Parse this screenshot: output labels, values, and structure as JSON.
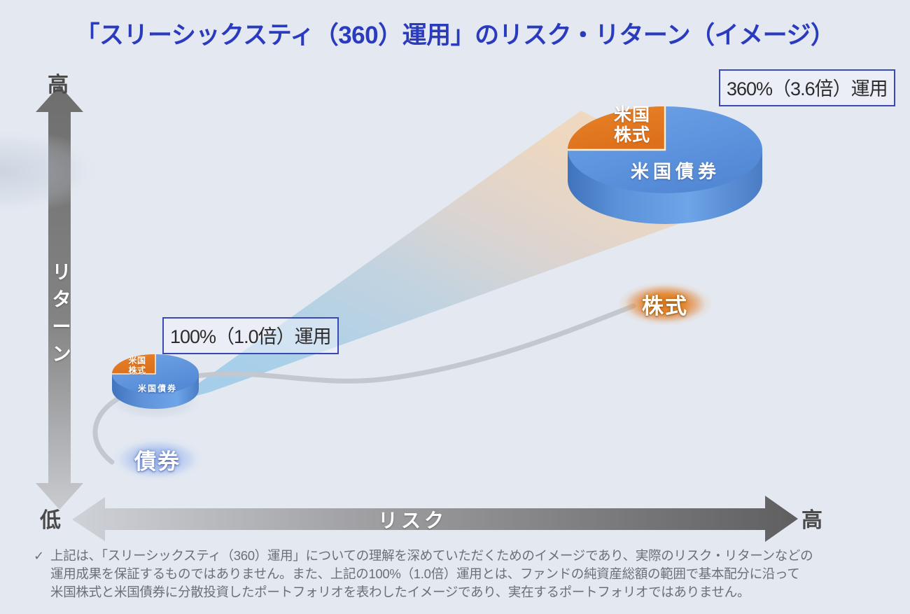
{
  "title": "「スリーシックスティ（360）運用」のリスク・リターン（イメージ）",
  "axes": {
    "y_top_label": "高",
    "y_title": "リターン",
    "y_bottom_label": "低",
    "x_title": "リスク",
    "x_right_label": "高"
  },
  "callouts": {
    "leveraged": "360%（3.6倍）運用",
    "unleveraged": "100%（1.0倍）運用"
  },
  "bubbles": {
    "equity": "株式",
    "bond": "債券"
  },
  "disks": {
    "large": {
      "equity": "米国\n株式",
      "equity_line1": "米国",
      "equity_line2": "株式",
      "bond": "米国債券"
    },
    "small": {
      "equity_line1": "米国",
      "equity_line2": "株式",
      "bond": "米国債券"
    }
  },
  "colors": {
    "background": "#e4e9f1",
    "title": "#2b3bbd",
    "equity_orange": "#e07c22",
    "bond_blue": "#5b94df",
    "bond_blue_side": "#4a7fc8",
    "axis_gray": "#6e6e6e",
    "callout_border": "#3b49b8",
    "footnote": "#6b6f76"
  },
  "footnote": {
    "marker": "✓",
    "lines": [
      "上記は、「スリーシックスティ（360）運用」についての理解を深めていただくためのイメージであり、実際のリスク・リターンなどの",
      "運用成果を保証するものではありません。また、上記の100%（1.0倍）運用とは、ファンドの純資産総額の範囲で基本配分に沿って",
      "米国株式と米国債券に分散投資したポートフォリオを表わしたイメージであり、実在するポートフォリオではありません。"
    ]
  },
  "chart_data": {
    "type": "scatter",
    "title": "「スリーシックスティ（360）運用」のリスク・リターン（イメージ）",
    "xlabel": "リスク",
    "ylabel": "リターン",
    "xlim": [
      "低",
      "高"
    ],
    "ylim": [
      "低",
      "高"
    ],
    "grid": false,
    "legend": "none",
    "points": [
      {
        "name": "100%（1.0倍）運用",
        "risk": 0.12,
        "return": 0.3,
        "size": "small",
        "composition": [
          {
            "label": "米国株式",
            "share": 0.25,
            "color": "#e07c22"
          },
          {
            "label": "米国債券",
            "share": 0.75,
            "color": "#5b94df"
          }
        ]
      },
      {
        "name": "360%（3.6倍）運用",
        "risk": 0.8,
        "return": 0.88,
        "size": "large",
        "composition": [
          {
            "label": "米国株式",
            "share": 0.25,
            "color": "#e07c22"
          },
          {
            "label": "米国債券",
            "share": 0.75,
            "color": "#5b94df"
          }
        ]
      }
    ],
    "annotations": [
      {
        "label": "株式",
        "risk": 0.78,
        "return": 0.42
      },
      {
        "label": "債券",
        "risk": 0.1,
        "return": 0.13
      }
    ],
    "notes": "拡大ウェッジが100%運用から360%運用へリスク・リターンが拡大する様子を示す"
  }
}
